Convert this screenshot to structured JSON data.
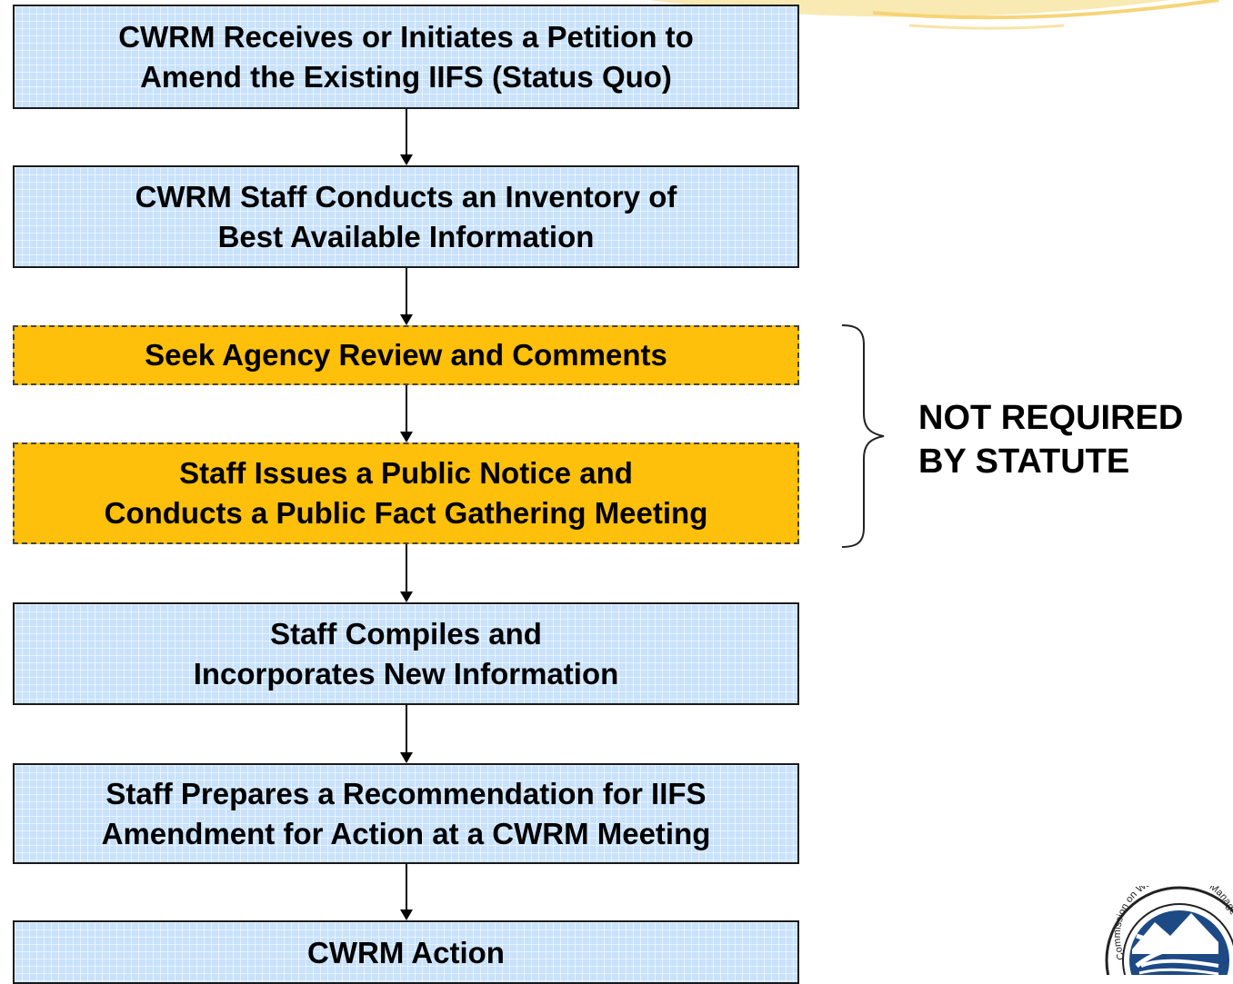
{
  "flowchart": {
    "steps": [
      {
        "line1": "CWRM Receives or Initiates a Petition to",
        "line2": "Amend the Existing IIFS (Status Quo)"
      },
      {
        "line1": "CWRM Staff Conducts an Inventory of",
        "line2": "Best Available Information"
      },
      {
        "line1": "Seek Agency Review and Comments"
      },
      {
        "line1": "Staff Issues a Public Notice and",
        "line2": "Conducts a Public Fact Gathering Meeting"
      },
      {
        "line1": "Staff Compiles and",
        "line2": "Incorporates New Information"
      },
      {
        "line1": "Staff Prepares a Recommendation for IIFS",
        "line2": "Amendment for Action at a CWRM Meeting"
      },
      {
        "line1": "CWRM Action"
      }
    ],
    "note": {
      "line1": "NOT REQUIRED",
      "line2": "BY STATUTE"
    }
  },
  "logo": {
    "text": "Commission on Water Resource Management"
  },
  "colors": {
    "main_box": "#c9e2fb",
    "optional_box": "#fec00a",
    "swoosh": "#f5d06a"
  }
}
